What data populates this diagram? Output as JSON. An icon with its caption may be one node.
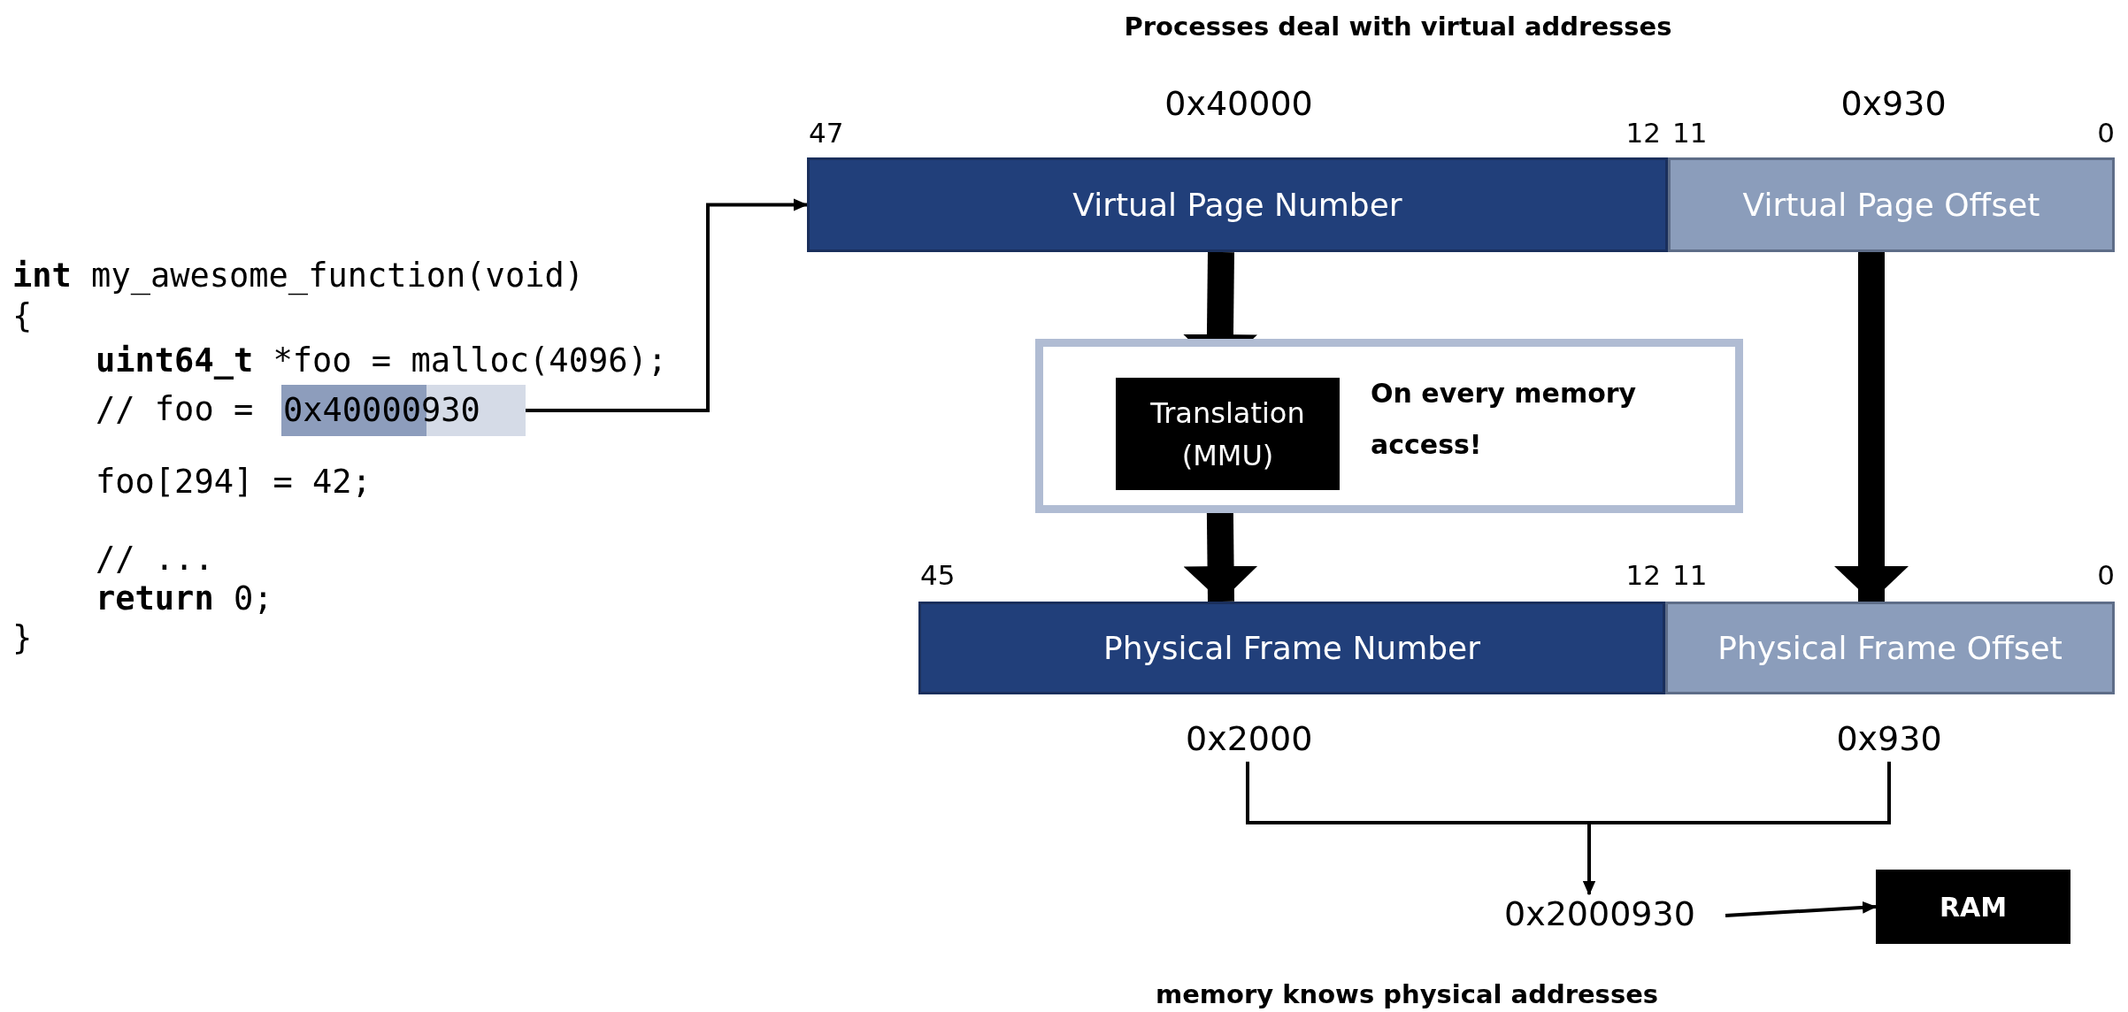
{
  "diagram": {
    "title": "Processes deal with virtual addresses",
    "caption": "memory knows physical addresses",
    "nodes": [
      {
        "text": [
          "0x40000930"
        ]
      },
      {
        "text": [
          "Virtual Page Number"
        ],
        "beside": [
          "0x40000",
          "47",
          "12"
        ]
      },
      {
        "text": [
          "Virtual Page Offset"
        ],
        "beside": [
          "0x930",
          "11",
          "0"
        ]
      },
      {
        "text": [
          "On every memory access!"
        ]
      },
      {
        "text": [
          "Translation (MMU)"
        ],
        "in": 3
      },
      {
        "text": [
          "Physical Frame Number"
        ],
        "beside": [
          "45",
          "12"
        ]
      },
      {
        "text": [
          "Physical Frame Offset"
        ],
        "beside": [
          "11",
          "0"
        ]
      },
      {
        "text": [
          "0x2000"
        ]
      },
      {
        "text": [
          "0x930"
        ]
      },
      {
        "text": [
          "0x2000930"
        ]
      },
      {
        "text": [
          "RAM"
        ]
      }
    ],
    "edges": [
      {
        "from": 0,
        "to": 1,
        "arrow": "to"
      },
      {
        "from": 1,
        "to": 4,
        "arrow": "to",
        "style": "thick"
      },
      {
        "from": 4,
        "to": 5,
        "arrow": "to",
        "style": "thick"
      },
      {
        "from": 2,
        "to": 6,
        "arrow": "to",
        "style": "thick"
      },
      {
        "from": 7,
        "to": 9,
        "arrow": "to"
      },
      {
        "from": 8,
        "to": 9,
        "arrow": "to"
      },
      {
        "from": 9,
        "to": 10,
        "arrow": "to"
      }
    ],
    "labels": [
      "**int** my_awesome_function(void)",
      "{",
      "**uint64_t** *foo = malloc(4096);",
      "// foo =",
      "foo[294] = 42;",
      "// ...",
      "**return** 0;",
      "}"
    ]
  }
}
